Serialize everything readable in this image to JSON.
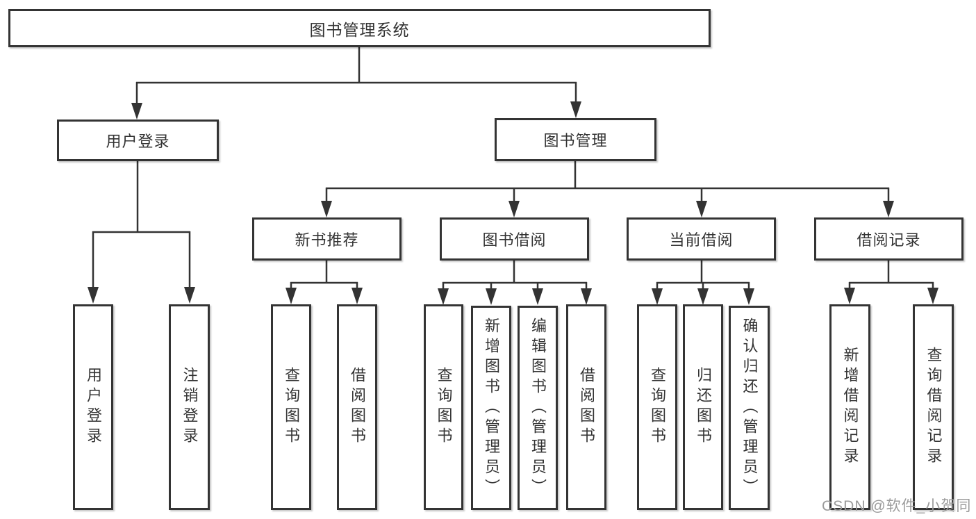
{
  "diagram": {
    "root": {
      "label": "图书管理系统",
      "children": [
        {
          "label": "用户登录",
          "children": [
            {
              "label": "用户登录"
            },
            {
              "label": "注销登录"
            }
          ]
        },
        {
          "label": "图书管理",
          "children": [
            {
              "label": "新书推荐",
              "children": [
                {
                  "label": "查询图书"
                },
                {
                  "label": "借阅图书"
                }
              ]
            },
            {
              "label": "图书借阅",
              "children": [
                {
                  "label": "查询图书"
                },
                {
                  "label": "新增图书（管理员）"
                },
                {
                  "label": "编辑图书（管理员）"
                },
                {
                  "label": "借阅图书"
                }
              ]
            },
            {
              "label": "当前借阅",
              "children": [
                {
                  "label": "查询图书"
                },
                {
                  "label": "归还图书"
                },
                {
                  "label": "确认归还（管理员）"
                }
              ]
            },
            {
              "label": "借阅记录",
              "children": [
                {
                  "label": "新增借阅记录"
                },
                {
                  "label": "查询借阅记录"
                }
              ]
            }
          ]
        }
      ]
    }
  },
  "watermark": "CSDN @软件_小贺同学",
  "colors": {
    "line": "#333333",
    "box_border": "#343434",
    "text": "#333333",
    "watermark": "#9b9b9b",
    "background": "#ffffff"
  }
}
